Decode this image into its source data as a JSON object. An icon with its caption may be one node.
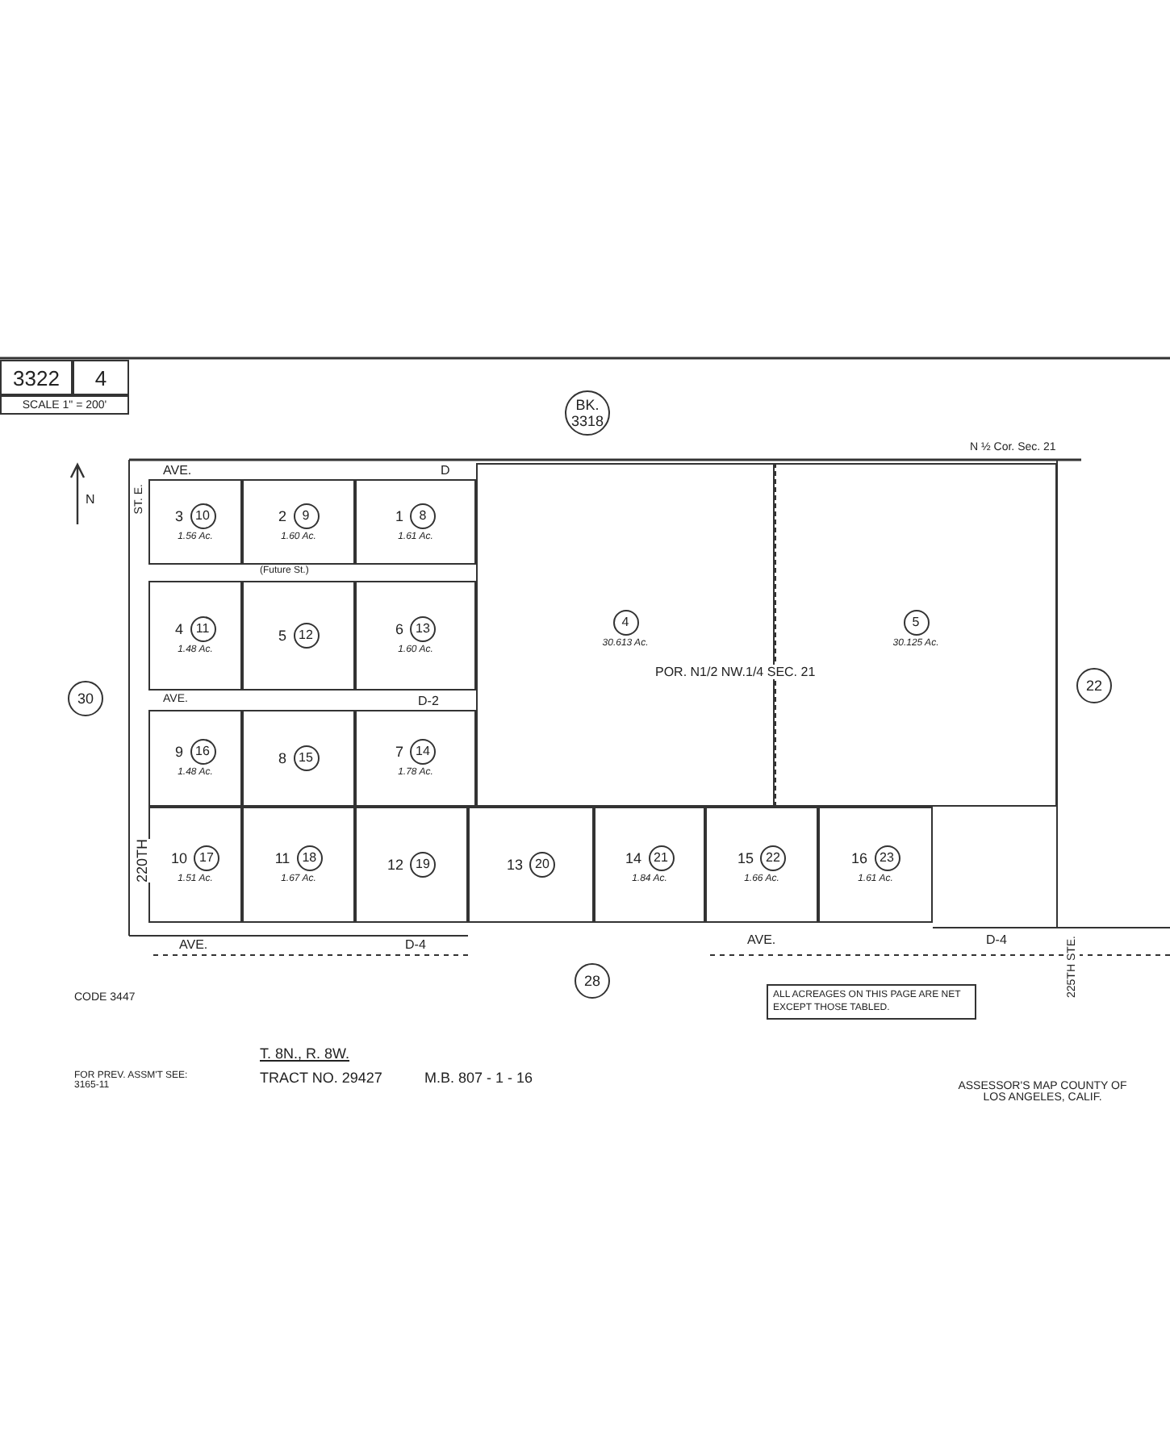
{
  "diagram": {
    "nodes": [
      {
        "text": [
          "3322"
        ]
      },
      {
        "text": [
          "4"
        ]
      },
      {
        "text": [
          "SCALE 1\" = 200'"
        ]
      },
      {
        "text": [
          "BK. 3318"
        ]
      },
      {
        "text": [
          "30"
        ]
      },
      {
        "text": [
          "22"
        ]
      },
      {
        "text": [
          "28"
        ]
      },
      {
        "text": [
          "3",
          "10",
          "1.56 Ac."
        ]
      },
      {
        "text": [
          "2",
          "9",
          "1.60 Ac."
        ]
      },
      {
        "text": [
          "1",
          "8",
          "1.61 Ac."
        ]
      },
      {
        "text": [
          "4",
          "11",
          "1.48 Ac."
        ]
      },
      {
        "text": [
          "5",
          "12"
        ]
      },
      {
        "text": [
          "6",
          "13",
          "1.60 Ac."
        ]
      },
      {
        "text": [
          "9",
          "16",
          "1.48 Ac."
        ]
      },
      {
        "text": [
          "8",
          "15"
        ]
      },
      {
        "text": [
          "7",
          "14",
          "1.78 Ac."
        ]
      },
      {
        "text": [
          "10",
          "17",
          "1.51 Ac."
        ]
      },
      {
        "text": [
          "11",
          "18",
          "1.67 Ac."
        ]
      },
      {
        "text": [
          "12",
          "19"
        ]
      },
      {
        "text": [
          "13",
          "20"
        ]
      },
      {
        "text": [
          "14",
          "21",
          "1.84 Ac."
        ]
      },
      {
        "text": [
          "15",
          "22",
          "1.66 Ac."
        ]
      },
      {
        "text": [
          "16",
          "23",
          "1.61 Ac."
        ]
      },
      {
        "text": [
          "4",
          "30.613 Ac."
        ]
      },
      {
        "text": [
          "5",
          "30.125 Ac."
        ]
      },
      {
        "text": [
          "ALL ACREAGES ON THIS PAGE ARE NET EXCEPT THOSE TABLED."
        ]
      }
    ],
    "labels": [
      "N",
      "ST. E.",
      "AVE.",
      "D",
      "N ½ Cor. Sec. 21",
      "(Future St.)",
      "AVE.",
      "D-2",
      "POR. N1/2 NW.1/4 SEC. 21",
      "220TH",
      "AVE.",
      "D-4",
      "AVE.",
      "D-4",
      "225TH STE.",
      "CODE 3447",
      "T. 8N., R. 8W.",
      "TRACT NO. 29427",
      "M.B. 807 - 1 - 16",
      "FOR PREV. ASSM'T SEE: 3165-11",
      "ASSESSOR'S MAP COUNTY OF LOS ANGELES, CALIF."
    ]
  }
}
